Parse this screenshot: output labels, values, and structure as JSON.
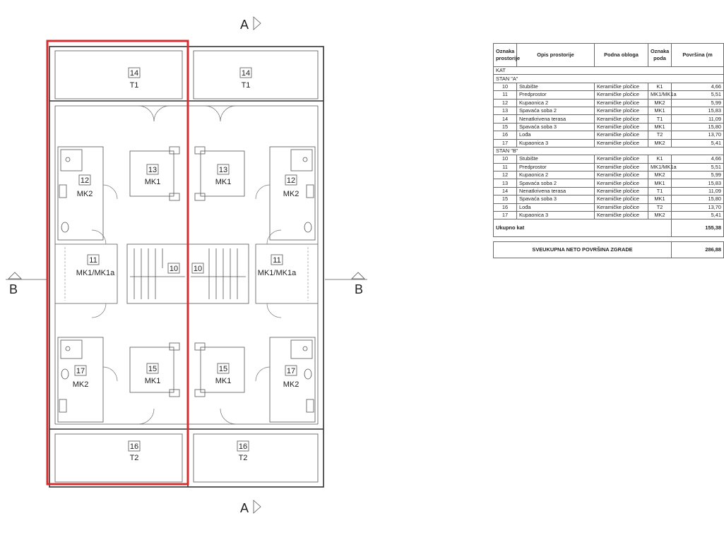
{
  "plan": {
    "section_a": "A",
    "section_b": "B",
    "rooms": {
      "t1_left": {
        "num": "14",
        "code": "T1"
      },
      "t1_right": {
        "num": "14",
        "code": "T1"
      },
      "r13_left": {
        "num": "13",
        "code": "MK1"
      },
      "r13_right": {
        "num": "13",
        "code": "MK1"
      },
      "r12_left": {
        "num": "12",
        "code": "MK2"
      },
      "r12_right": {
        "num": "12",
        "code": "MK2"
      },
      "r11_left": {
        "num": "11",
        "code": "MK1/MK1a"
      },
      "r11_right": {
        "num": "11",
        "code": "MK1/MK1a"
      },
      "r10_left": {
        "num": "10"
      },
      "r10_right": {
        "num": "10"
      },
      "r15_left": {
        "num": "15",
        "code": "MK1"
      },
      "r15_right": {
        "num": "15",
        "code": "MK1"
      },
      "r17_left": {
        "num": "17",
        "code": "MK2"
      },
      "r17_right": {
        "num": "17",
        "code": "MK2"
      },
      "t2_left": {
        "num": "16",
        "code": "T2"
      },
      "t2_right": {
        "num": "16",
        "code": "T2"
      }
    },
    "highlight_color": "#d32f2f"
  },
  "table": {
    "headers": {
      "oznaka": "Oznaka prostorije",
      "opis": "Opis prostorije",
      "obloga": "Podna obloga",
      "poda": "Oznaka poda",
      "povrsina": "Površina (m"
    },
    "floor_label": "KAT",
    "groups": [
      {
        "label": "STAN \"A\"",
        "rows": [
          {
            "id": "10",
            "name": "Stubište",
            "floor": "Keramičke pločice",
            "code": "K1",
            "area": "4,66"
          },
          {
            "id": "11",
            "name": "Predprostor",
            "floor": "Keramičke pločice",
            "code": "MK1/MK1a",
            "area": "5,51"
          },
          {
            "id": "12",
            "name": "Kupaonica 2",
            "floor": "Keramičke pločice",
            "code": "MK2",
            "area": "5,99"
          },
          {
            "id": "13",
            "name": "Spavaća soba 2",
            "floor": "Keramičke pločice",
            "code": "MK1",
            "area": "15,83"
          },
          {
            "id": "14",
            "name": "Nenatkrivena terasa",
            "floor": "Keramičke pločice",
            "code": "T1",
            "area": "11,09"
          },
          {
            "id": "15",
            "name": "Spavaća soba 3",
            "floor": "Keramičke pločice",
            "code": "MK1",
            "area": "15,80"
          },
          {
            "id": "16",
            "name": "Lođa",
            "floor": "Keramičke pločice",
            "code": "T2",
            "area": "13,70"
          },
          {
            "id": "17",
            "name": "Kupaonica 3",
            "floor": "Keramičke pločice",
            "code": "MK2",
            "area": "5,41"
          }
        ]
      },
      {
        "label": "STAN \"B\"",
        "rows": [
          {
            "id": "10",
            "name": "Stubište",
            "floor": "Keramičke pločice",
            "code": "K1",
            "area": "4,66"
          },
          {
            "id": "11",
            "name": "Predprostor",
            "floor": "Keramičke pločice",
            "code": "MK1/MK1a",
            "area": "5,51"
          },
          {
            "id": "12",
            "name": "Kupaonica 2",
            "floor": "Keramičke pločice",
            "code": "MK2",
            "area": "5,99"
          },
          {
            "id": "13",
            "name": "Spavaća soba 2",
            "floor": "Keramičke pločice",
            "code": "MK1",
            "area": "15,83"
          },
          {
            "id": "14",
            "name": "Nenatkrivena terasa",
            "floor": "Keramičke pločice",
            "code": "T1",
            "area": "11,09"
          },
          {
            "id": "15",
            "name": "Spavaća soba 3",
            "floor": "Keramičke pločice",
            "code": "MK1",
            "area": "15,80"
          },
          {
            "id": "16",
            "name": "Lođa",
            "floor": "Keramičke pločice",
            "code": "T2",
            "area": "13,70"
          },
          {
            "id": "17",
            "name": "Kupaonica 3",
            "floor": "Keramičke pločice",
            "code": "MK2",
            "area": "5,41"
          }
        ]
      }
    ],
    "subtotal_label": "Ukupno kat",
    "subtotal_value": "155,38",
    "grand_label": "SVEUKUPNA NETO POVRŠINA ZGRADE",
    "grand_value": "286,88"
  }
}
